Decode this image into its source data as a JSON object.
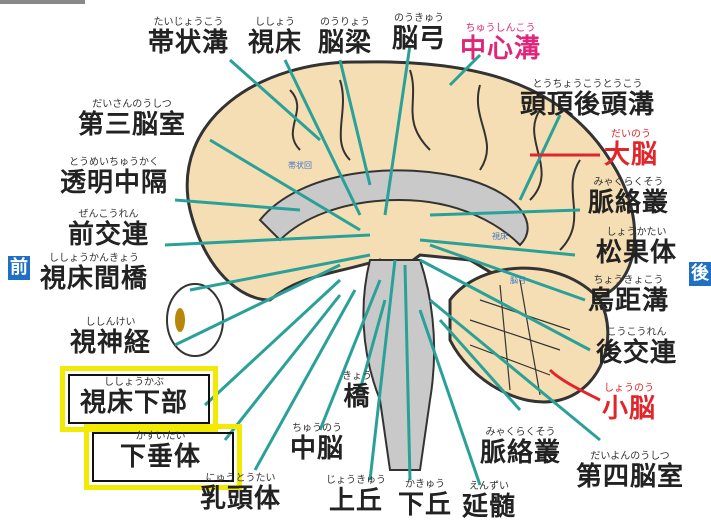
{
  "side_labels": {
    "front": "前",
    "back": "後"
  },
  "in_diagram_labels": {
    "cingulate": "帯状回",
    "thalamus_small": "視床",
    "fornix_small": "脳弓"
  },
  "labels": {
    "taijoukou": {
      "ruby": "たいじょうこう",
      "term": "帯状溝"
    },
    "shishou": {
      "ruby": "ししょう",
      "term": "視床"
    },
    "nouryou": {
      "ruby": "のうりょう",
      "term": "脳梁"
    },
    "noukyuu": {
      "ruby": "のうきゅう",
      "term": "脳弓"
    },
    "chuushinkou": {
      "ruby": "ちゅうしんこう",
      "term": "中心溝"
    },
    "toutyoukoutoukou": {
      "ruby": "とうちょうこうとうこう",
      "term": "頭頂後頭溝"
    },
    "daisannoushitsu": {
      "ruby": "だいさんのうしつ",
      "term": "第三脳室"
    },
    "dainou": {
      "ruby": "だいのう",
      "term": "大脳"
    },
    "toumeichuukaku": {
      "ruby": "とうめいちゅうかく",
      "term": "透明中隔"
    },
    "myakurakusou1": {
      "ruby": "みゃくらくそう",
      "term": "脈絡叢"
    },
    "zenkouren": {
      "ruby": "ぜんこうれん",
      "term": "前交連"
    },
    "shoukatai": {
      "ruby": "しょうかたい",
      "term": "松果体"
    },
    "shishoukankyou": {
      "ruby": "ししょうかんきょう",
      "term": "視床間橋"
    },
    "choukyokou": {
      "ruby": "ちょうきょこう",
      "term": "鳥距溝"
    },
    "shishinkei": {
      "ruby": "ししんけい",
      "term": "視神経"
    },
    "koukouren": {
      "ruby": "こうこうれん",
      "term": "後交連"
    },
    "shishoukabu": {
      "ruby": "ししょうかぶ",
      "term": "視床下部"
    },
    "kyou": {
      "ruby": "きょう",
      "term": "橋"
    },
    "shounou": {
      "ruby": "しょうのう",
      "term": "小脳"
    },
    "kasuitai": {
      "ruby": "かすいたい",
      "term": "下垂体"
    },
    "chuunou": {
      "ruby": "ちゅうのう",
      "term": "中脳"
    },
    "myakurakusou2": {
      "ruby": "みゃくらくそう",
      "term": "脈絡叢"
    },
    "daiyonnoushitsu": {
      "ruby": "だいよんのうしつ",
      "term": "第四脳室"
    },
    "nyuutoutai": {
      "ruby": "にゅうとうたい",
      "term": "乳頭体"
    },
    "joukyuu": {
      "ruby": "じょうきゅう",
      "term": "上丘"
    },
    "kakyuu": {
      "ruby": "かきゅう",
      "term": "下丘"
    },
    "enzui": {
      "ruby": "えんずい",
      "term": "延髄"
    }
  },
  "colors": {
    "line": "#2aa198",
    "pink": "#e0267b",
    "red": "#e0262b",
    "highlight": "#f2ea00",
    "brain": "#f5deb3"
  }
}
